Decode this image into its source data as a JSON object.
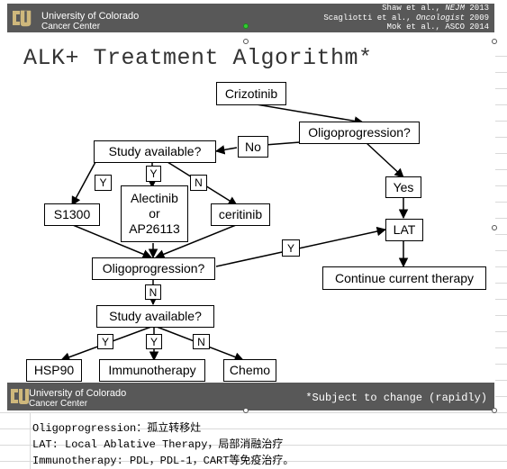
{
  "header": {
    "university_line1": "University of Colorado",
    "university_line2": "Cancer Center",
    "citations": [
      {
        "author": "Shaw et al.,",
        "journal": "NEJM",
        "year": "2013"
      },
      {
        "author": "Scagliotti et al.,",
        "journal": "Oncologist",
        "year": "2009"
      },
      {
        "author": "Mok et al.,",
        "journal": "ASCO",
        "year": "2014"
      }
    ]
  },
  "title": "ALK+ Treatment Algorithm*",
  "nodes": {
    "crizotinib": "Crizotinib",
    "oligo1": "Oligoprogression?",
    "no": "No",
    "yes": "Yes",
    "study1": "Study available?",
    "s1300": "S1300",
    "alectinib_l1": "Alectinib",
    "alectinib_l2": "or",
    "alectinib_l3": "AP26113",
    "ceritinib": "ceritinib",
    "lat": "LAT",
    "oligo2": "Oligoprogression?",
    "continue": "Continue current therapy",
    "study2": "Study available?",
    "hsp90": "HSP90",
    "immuno": "Immunotherapy",
    "chemo": "Chemo"
  },
  "labels": {
    "y1": "Y",
    "y_mid": "Y",
    "n1": "N",
    "y_lat": "Y",
    "n_down": "N",
    "y2": "Y",
    "y2_mid": "Y",
    "n2": "N"
  },
  "footer": {
    "university_line1": "University of Colorado",
    "university_line2": "Cancer Center",
    "subject_note": "*Subject to change (rapidly)"
  },
  "notes": [
    "Oligoprogression：孤立转移灶",
    "LAT:  Local Ablative Therapy，局部消融治疗",
    "Immunotherapy: PDL，PDL-1，CART等免疫治疗。"
  ],
  "colors": {
    "bar": "#585858",
    "grid": "#d9d9d9",
    "text": "#000000"
  },
  "icons": [
    "cu-logo-icon"
  ]
}
